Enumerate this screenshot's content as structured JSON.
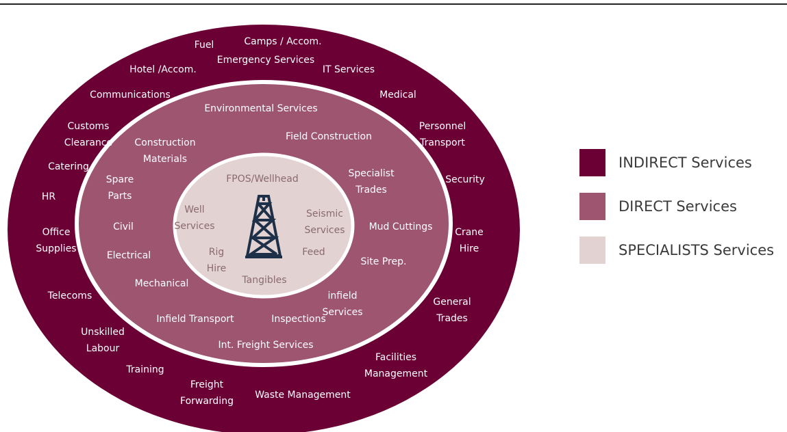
{
  "colors": {
    "indirect": "#6a0033",
    "direct": "#9e5570",
    "specialists": "#e3d2d2",
    "tower": "#1d3048",
    "ring_stroke": "#ffffff"
  },
  "icon": "oil-rig-tower-icon",
  "legend": [
    {
      "key": "indirect",
      "label": "INDIRECT Services",
      "color": "#6a0033"
    },
    {
      "key": "direct",
      "label": "DIRECT Services",
      "color": "#9e5570"
    },
    {
      "key": "specialists",
      "label": "SPECIALISTS Services",
      "color": "#e3d2d2"
    }
  ],
  "rings": {
    "indirect": [
      [
        "Fuel"
      ],
      [
        "Camps / Accom."
      ],
      [
        "Emergency Services"
      ],
      [
        "Hotel /Accom."
      ],
      [
        "IT Services"
      ],
      [
        "Communications"
      ],
      [
        "Medical"
      ],
      [
        "Customs",
        "Clearance"
      ],
      [
        "Personnel",
        "Transport"
      ],
      [
        "Catering"
      ],
      [
        "Security"
      ],
      [
        "HR"
      ],
      [
        "Office",
        "Supplies"
      ],
      [
        "Crane",
        "Hire"
      ],
      [
        "Telecoms"
      ],
      [
        "General",
        "Trades"
      ],
      [
        "Unskilled",
        "Labour"
      ],
      [
        "Facilities",
        "Management"
      ],
      [
        "Training"
      ],
      [
        "Freight",
        "Forwarding"
      ],
      [
        "Waste Management"
      ]
    ],
    "direct": [
      [
        "Environmental Services"
      ],
      [
        "Field Construction"
      ],
      [
        "Construction",
        "Materials"
      ],
      [
        "Specialist",
        "Trades"
      ],
      [
        "Spare",
        "Parts"
      ],
      [
        "Civil"
      ],
      [
        "Mud Cuttings"
      ],
      [
        "Electrical"
      ],
      [
        "Site Prep."
      ],
      [
        "Mechanical"
      ],
      [
        "infield",
        "Services"
      ],
      [
        "Infield Transport"
      ],
      [
        "Inspections"
      ],
      [
        "Int. Freight Services"
      ]
    ],
    "specialists": [
      [
        "FPOS/Wellhead"
      ],
      [
        "Well",
        "Services"
      ],
      [
        "Seismic",
        "Services"
      ],
      [
        "Rig",
        "Hire"
      ],
      [
        "Feed"
      ],
      [
        "Tangibles"
      ]
    ]
  }
}
